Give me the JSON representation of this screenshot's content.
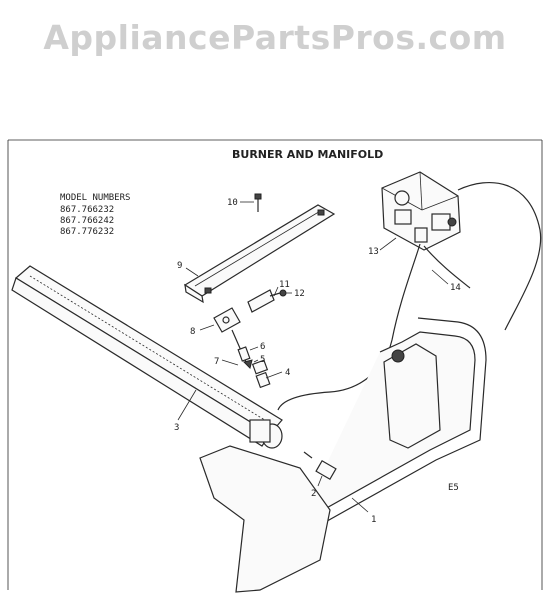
{
  "watermark": "AppliancePartsPros.com",
  "title": "BURNER AND MANIFOLD",
  "model_header": "MODEL NUMBERS",
  "models": [
    "867.766232",
    "867.766242",
    "867.776232"
  ],
  "callouts": [
    "1",
    "2",
    "3",
    "4",
    "5",
    "6",
    "7",
    "8",
    "9",
    "10",
    "11",
    "12",
    "13",
    "14"
  ],
  "footer_code": "E5"
}
